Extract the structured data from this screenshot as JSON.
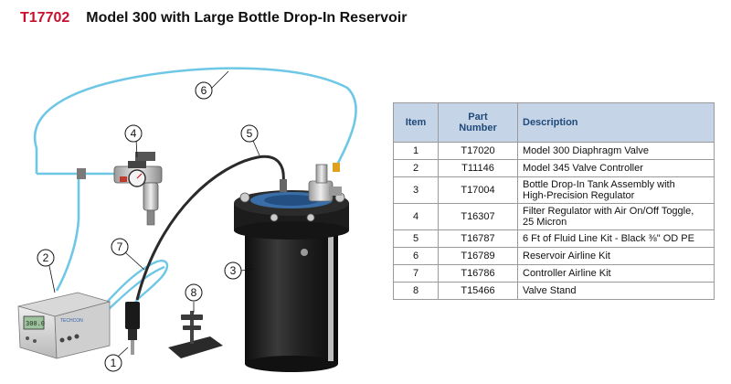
{
  "title": {
    "part_number": "T17702",
    "name": "Model 300 with Large Bottle Drop-In Reservoir"
  },
  "callouts": [
    "1",
    "2",
    "3",
    "4",
    "5",
    "6",
    "7",
    "8"
  ],
  "device_labels": {
    "brand": "TECHCON",
    "display": "300.0"
  },
  "table": {
    "headers": {
      "item": "Item",
      "part_line1": "Part",
      "part_line2": "Number",
      "description": "Description"
    },
    "rows": [
      {
        "item": "1",
        "part": "T17020",
        "desc": [
          "Model 300 Diaphragm Valve"
        ]
      },
      {
        "item": "2",
        "part": "T11146",
        "desc": [
          "Model 345 Valve Controller"
        ]
      },
      {
        "item": "3",
        "part": "T17004",
        "desc": [
          "Bottle Drop-In Tank Assembly with",
          "High-Precision Regulator"
        ]
      },
      {
        "item": "4",
        "part": "T16307",
        "desc": [
          "Filter Regulator with Air On/Off Toggle,",
          "25 Micron"
        ]
      },
      {
        "item": "5",
        "part": "T16787",
        "desc": [
          "6 Ft of Fluid Line Kit - Black ⅜\" OD PE"
        ]
      },
      {
        "item": "6",
        "part": "T16789",
        "desc": [
          "Reservoir Airline Kit"
        ]
      },
      {
        "item": "7",
        "part": "T16786",
        "desc": [
          "Controller Airline Kit"
        ]
      },
      {
        "item": "8",
        "part": "T15466",
        "desc": [
          "Valve Stand"
        ]
      }
    ]
  },
  "colors": {
    "title_part": "#c8102e",
    "header_bg": "#c5d4e6",
    "header_text": "#1f4a7a",
    "airline": "#6fc7e6",
    "fluid_line": "#2a2a2a"
  }
}
